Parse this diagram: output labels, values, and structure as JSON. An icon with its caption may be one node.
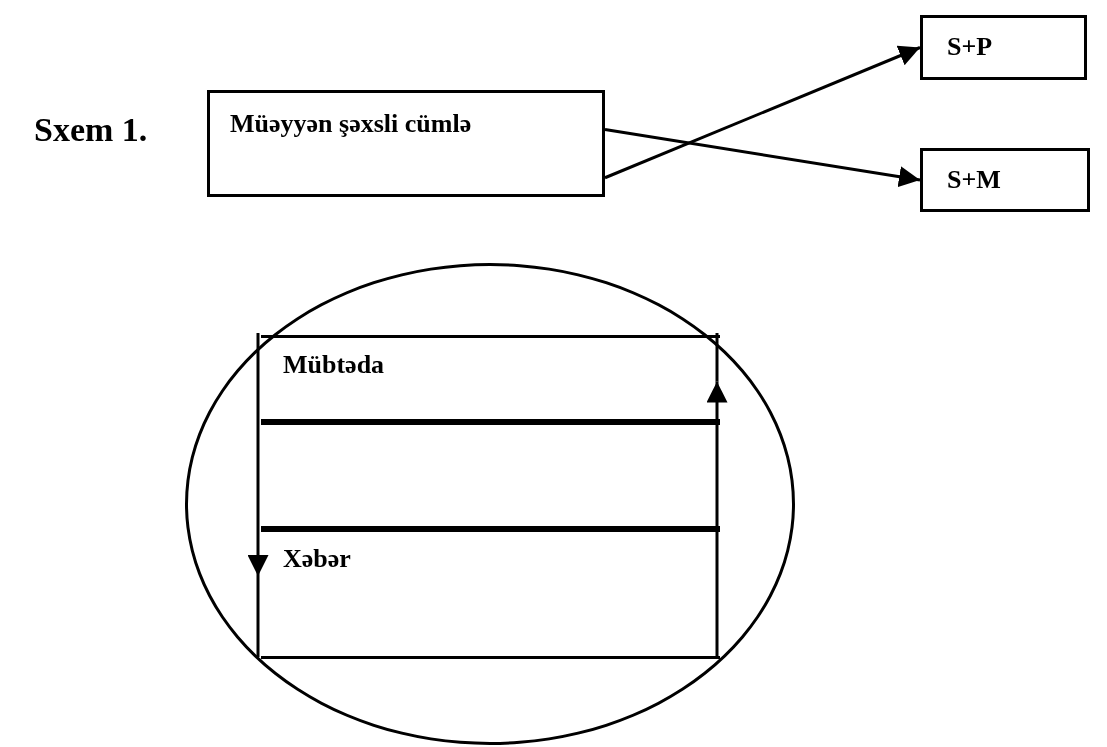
{
  "diagram": {
    "title": "Sxem 1.",
    "nodes": [
      {
        "text": [
          "Müəyyən şəxsli cümlə"
        ]
      },
      {
        "text": [
          "S+P"
        ]
      },
      {
        "text": [
          "S+M"
        ]
      },
      {
        "text": [],
        "shape": "circle"
      },
      {
        "text": [
          "Mübtəda"
        ],
        "in": 3
      },
      {
        "text": [],
        "shape": "box",
        "in": 3
      },
      {
        "text": [
          "Xəbər"
        ],
        "in": 3
      }
    ],
    "edges": [
      {
        "from": 0,
        "to": 1,
        "arrow": "to"
      },
      {
        "from": 0,
        "to": 2,
        "arrow": "to"
      },
      {
        "from": 4,
        "to": 6,
        "arrow": "to"
      },
      {
        "from": 6,
        "to": 4,
        "arrow": "to"
      }
    ]
  }
}
